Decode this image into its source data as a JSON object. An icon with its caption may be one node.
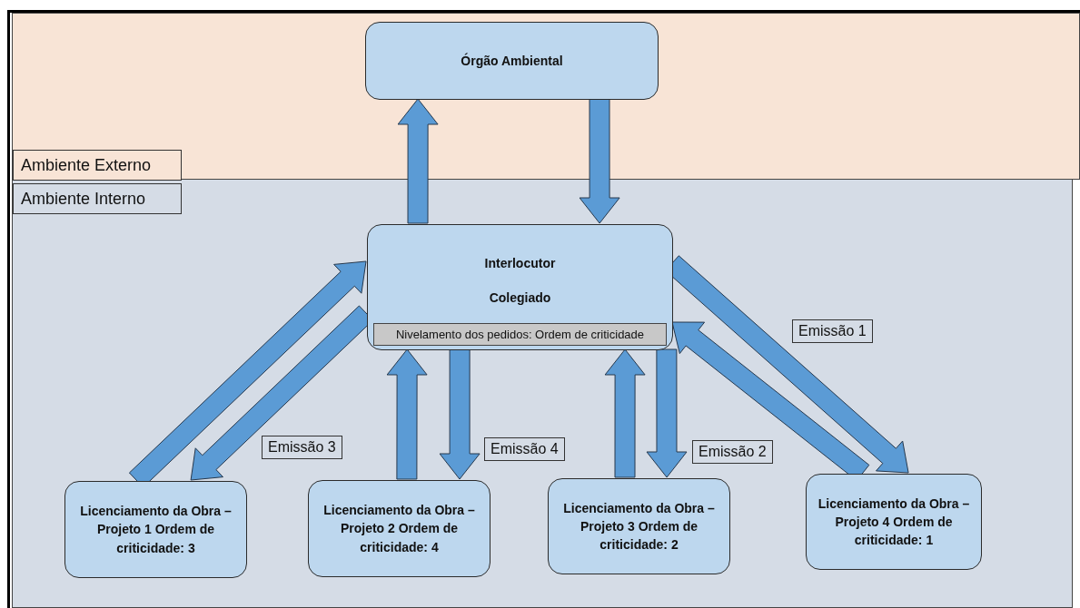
{
  "diagram": {
    "nodes": [
      {
        "text": [
          "Ambiente Externo"
        ]
      },
      {
        "text": [
          "Ambiente Interno"
        ]
      },
      {
        "text": [
          "Órgão Ambiental"
        ],
        "in": 0
      },
      {
        "text": [
          "Interlocutor",
          "Colegiado",
          "Nivelamento dos pedidos: Ordem de criticidade"
        ],
        "in": 1
      },
      {
        "text": [
          "Licenciamento da Obra – Projeto 1 Ordem de criticidade: 3"
        ],
        "in": 1
      },
      {
        "text": [
          "Licenciamento da Obra – Projeto 2 Ordem de criticidade: 4"
        ],
        "in": 1
      },
      {
        "text": [
          "Licenciamento da Obra – Projeto 3 Ordem de criticidade: 2"
        ],
        "in": 1
      },
      {
        "text": [
          "Licenciamento da Obra  – Projeto 4 Ordem de criticidade: 1"
        ],
        "in": 1
      }
    ],
    "edges": [
      {
        "from": 3,
        "to": 2,
        "arrow": "to"
      },
      {
        "from": 2,
        "to": 3,
        "arrow": "to"
      },
      {
        "from": 4,
        "to": 3,
        "arrow": "to"
      },
      {
        "from": 3,
        "to": 4,
        "arrow": "to",
        "label": "Emissão 3"
      },
      {
        "from": 5,
        "to": 3,
        "arrow": "to"
      },
      {
        "from": 3,
        "to": 5,
        "arrow": "to",
        "label": "Emissão 4"
      },
      {
        "from": 6,
        "to": 3,
        "arrow": "to"
      },
      {
        "from": 3,
        "to": 6,
        "arrow": "to",
        "label": "Emissão 2"
      },
      {
        "from": 7,
        "to": 3,
        "arrow": "to"
      },
      {
        "from": 3,
        "to": 7,
        "arrow": "to",
        "label": "Emissão 1"
      }
    ]
  }
}
